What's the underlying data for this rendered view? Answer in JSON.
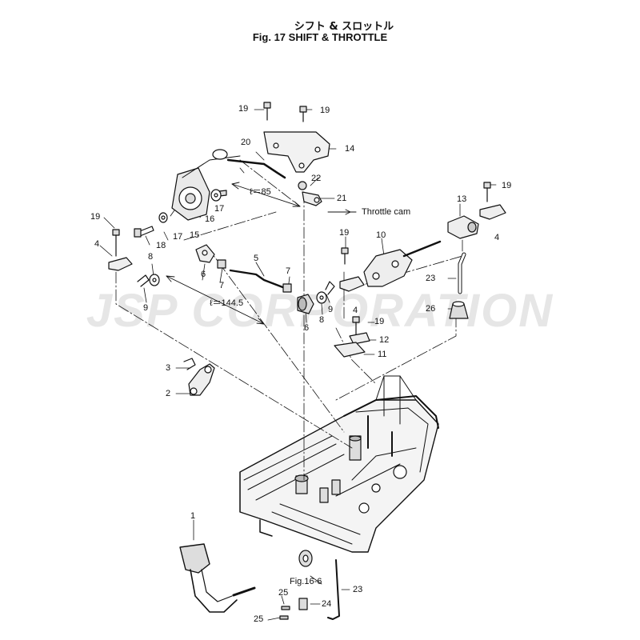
{
  "figure": {
    "title_jp": "シフト & スロットル",
    "title_en": "Fig. 17   SHIFT & THROTTLE"
  },
  "watermark": "JSP CORPORATION",
  "callouts": {
    "c1": "1",
    "c2": "2",
    "c3": "3",
    "c4a": "4",
    "c4b": "4",
    "c4c": "4",
    "c5": "5",
    "c6a": "6",
    "c6b": "6",
    "c7a": "7",
    "c7b": "7",
    "c8a": "8",
    "c8b": "8",
    "c9a": "9",
    "c9b": "9",
    "c10": "10",
    "c11": "11",
    "c12": "12",
    "c13": "13",
    "c14": "14",
    "c15": "15",
    "c16": "16",
    "c17a": "17",
    "c17b": "17",
    "c18": "18",
    "c19a": "19",
    "c19b": "19",
    "c19c": "19",
    "c19d": "19",
    "c19e": "19",
    "c19f": "19",
    "c20": "20",
    "c21": "21",
    "c22": "22",
    "c23a": "23",
    "c23b": "23",
    "c24": "24",
    "c25a": "25",
    "c25b": "25",
    "c26": "26"
  },
  "annotations": {
    "length_85": "ℓ＝85",
    "length_144": "ℓ＝144.5",
    "throttle_cam": "Throttle cam",
    "fig_ref": "Fig.16-6"
  }
}
